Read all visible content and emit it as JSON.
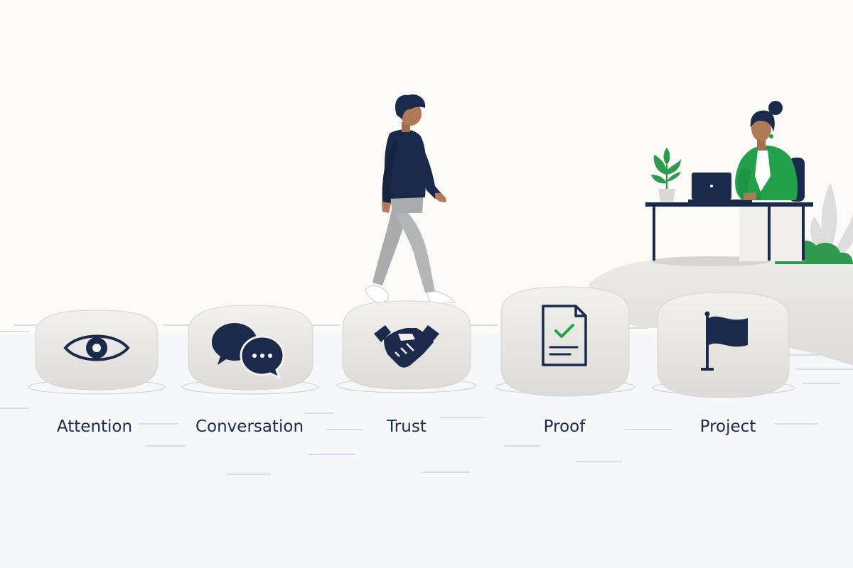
{
  "colors": {
    "background": "#fbfaf7",
    "navy": "#1b2a4a",
    "green": "#22a04a",
    "stone": "#e9e8e5",
    "water_line": "#c9d2dd",
    "pants": "#a9abad"
  },
  "steps": [
    {
      "label": "Attention",
      "icon": "eye-icon"
    },
    {
      "label": "Conversation",
      "icon": "chat-bubbles-icon"
    },
    {
      "label": "Trust",
      "icon": "handshake-icon"
    },
    {
      "label": "Proof",
      "icon": "document-check-icon"
    },
    {
      "label": "Project",
      "icon": "flag-icon"
    }
  ]
}
